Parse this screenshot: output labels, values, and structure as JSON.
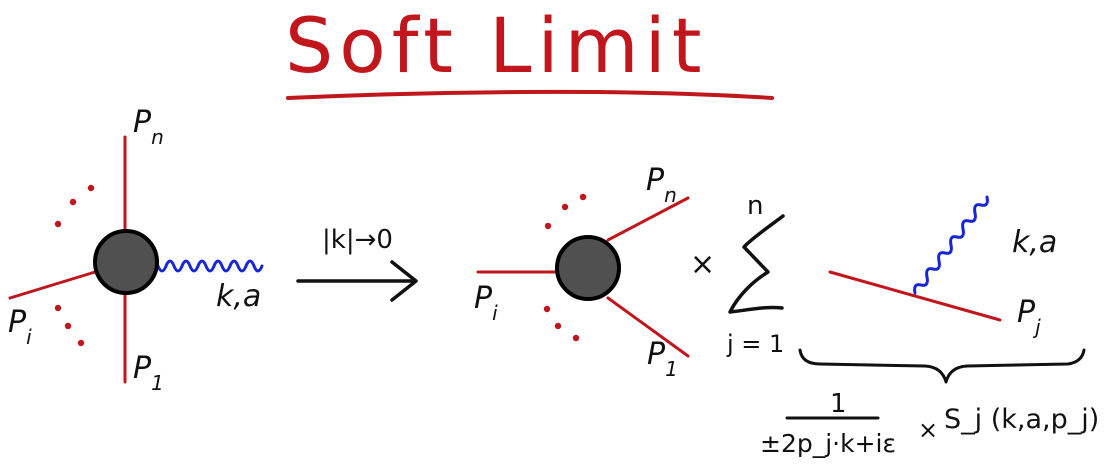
{
  "title": "Soft Limit",
  "left_diagram": {
    "label_top": "P",
    "label_top_sub": "n",
    "label_left": "P",
    "label_left_sub": "i",
    "label_bottom": "P",
    "label_bottom_sub": "1",
    "gluon_label": "k,a"
  },
  "arrow_label": "|k|→0",
  "middle_diagram": {
    "label_top": "P",
    "label_top_sub": "n",
    "label_left": "P",
    "label_left_sub": "i",
    "label_bottom": "P",
    "label_bottom_sub": "1"
  },
  "times": "×",
  "sum": {
    "symbol": "Σ",
    "upper": "n",
    "lower": "j = 1"
  },
  "right_diagram": {
    "gluon_label": "k,a",
    "leg_label": "P",
    "leg_label_sub": "j"
  },
  "factor": {
    "numerator": "1",
    "denominator": "±2p_j·k+iε",
    "times": "×",
    "soft_factor": "S_j (k,a,p_j)"
  },
  "colors": {
    "title": "#c0161c",
    "lines": "#c0161c",
    "gluon": "#1626d6",
    "blob": "#505050",
    "ink": "#111111"
  }
}
